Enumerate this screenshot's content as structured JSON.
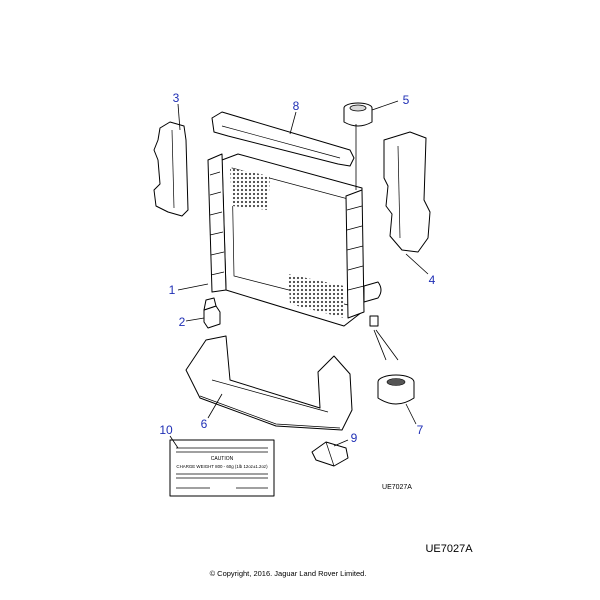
{
  "callouts": [
    {
      "id": "1",
      "label": "1"
    },
    {
      "id": "2",
      "label": "2"
    },
    {
      "id": "3",
      "label": "3"
    },
    {
      "id": "4",
      "label": "4"
    },
    {
      "id": "5",
      "label": "5"
    },
    {
      "id": "6",
      "label": "6"
    },
    {
      "id": "7",
      "label": "7"
    },
    {
      "id": "8",
      "label": "8"
    },
    {
      "id": "9",
      "label": "9"
    },
    {
      "id": "10",
      "label": "10"
    }
  ],
  "label_part": {
    "heading": "CAUTION",
    "line1": "CHARGE WEIGHT 800 - 60g (1lb 12oz±1.2oz)"
  },
  "reference_inner": "UE7027A",
  "reference_bottom": "UE7027A",
  "copyright": "© Copyright, 2016. Jaguar Land Rover Limited.",
  "colors": {
    "callout": "#1f2fb5",
    "line": "#000000",
    "background": "#ffffff"
  }
}
